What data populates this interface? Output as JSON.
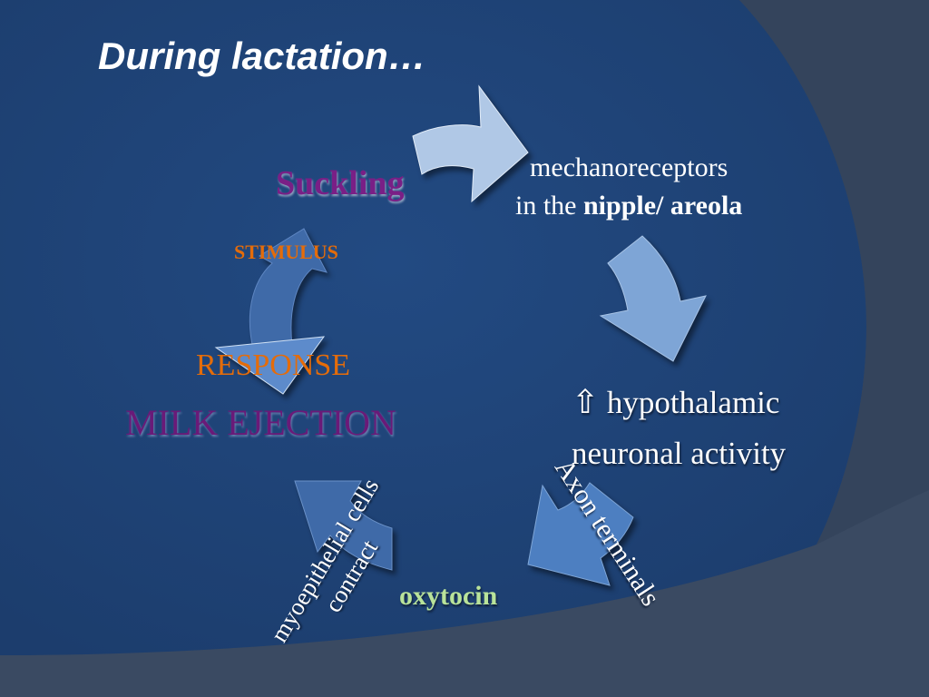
{
  "slide": {
    "title": "During lactation…",
    "suckling": "Suckling",
    "stimulus": "STIMULUS",
    "response": "RESPONSE",
    "milk_ejection": "MILK EJECTION",
    "mechanoreceptors_line1": "mechanoreceptors",
    "mechanoreceptors_line2_prefix": "in the ",
    "mechanoreceptors_line2_bold": "nipple/ areola",
    "hypothalamic_line1": "hypothalamic",
    "hypothalamic_line2": "neuronal activity",
    "increase_symbol": "⇧",
    "axon_terminals": "Axon terminals",
    "oxytocin": "oxytocin",
    "myoepithelial_line1": "myoepithelial cells",
    "myoepithelial_line2": "contract"
  },
  "colors": {
    "background": "#1f4275",
    "accent_purple": "#7a1f86",
    "accent_orange": "#e46c0a",
    "accent_green": "#b9e39a"
  },
  "icons": [
    "up-arrow-icon",
    "curved-arrow-icon"
  ]
}
